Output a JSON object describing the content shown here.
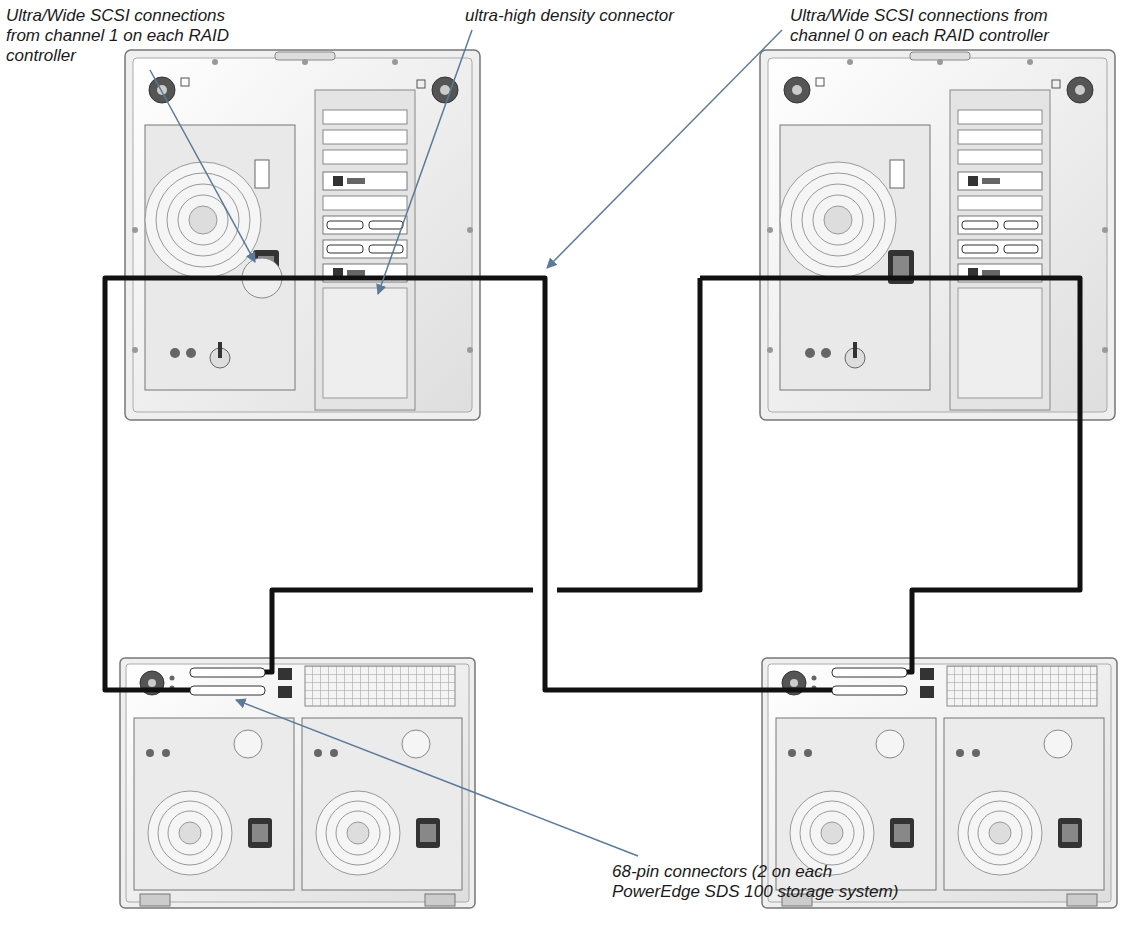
{
  "diagram": {
    "labels": [
      "Ultra/Wide SCSI connections from channel 1 on each RAID controller",
      "ultra-high density connector",
      "Ultra/Wide SCSI connections from channel 0 on each RAID controller",
      "68-pin connectors (2 on each PowerEdge SDS 100 storage system)"
    ]
  }
}
